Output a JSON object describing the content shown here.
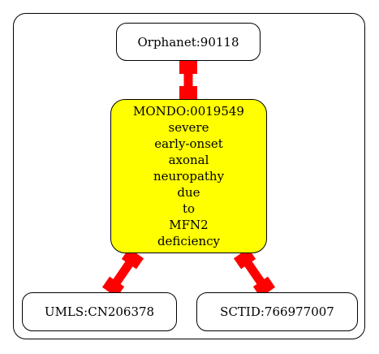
{
  "graph": {
    "center_node": {
      "id": "MONDO:0019549",
      "label_lines": [
        "severe",
        "early-onset",
        "axonal",
        "neuropathy",
        "due",
        "to",
        "MFN2",
        "deficiency"
      ],
      "fill": "#ffff00"
    },
    "nodes": {
      "orphanet": "Orphanet:90118",
      "umls": "UMLS:CN206378",
      "sctid": "SCTID:766977007"
    },
    "edge_color": "#ff0000"
  }
}
